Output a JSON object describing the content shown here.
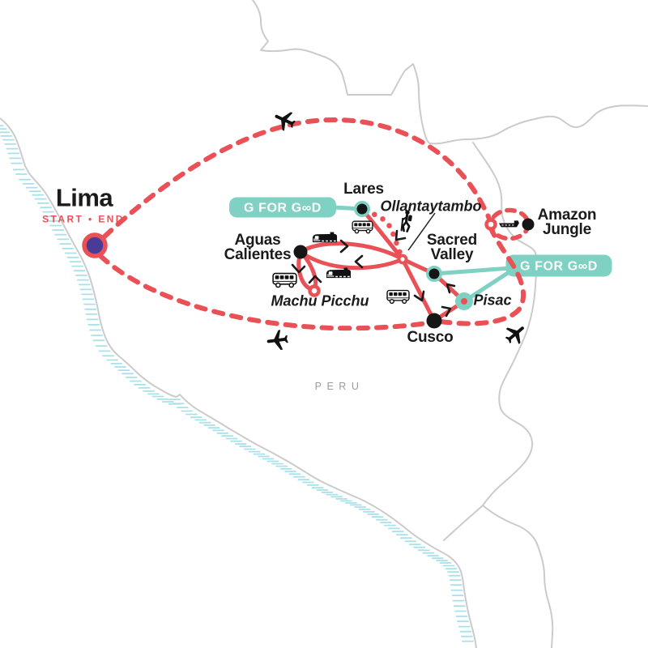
{
  "map": {
    "region_label": "PERU",
    "places": {
      "lima": {
        "name": "Lima",
        "subtitle": "START • END",
        "marker": "purple dot with red ring"
      },
      "lares": {
        "name": "Lares",
        "marker": "black dot with teal ring"
      },
      "ollantaytambo": {
        "name": "Ollantaytambo",
        "marker": "small open red circle (route junction)"
      },
      "aguas_calientes": {
        "name": "Aguas\nCalientes",
        "marker": "black dot"
      },
      "machu_picchu": {
        "name": "Machu Picchu",
        "marker": "open red circle"
      },
      "sacred_valley": {
        "name": "Sacred\nValley",
        "marker": "black dot with teal ring"
      },
      "cusco": {
        "name": "Cusco",
        "marker": "black dot"
      },
      "pisac": {
        "name": "Pisac",
        "marker": "teal circle with red center"
      },
      "amazon_jungle": {
        "name": "Amazon\nJungle",
        "marker": "black dot"
      }
    },
    "badges": {
      "g_for_good_lares": "G FOR G∞D",
      "g_for_good_sacred_valley": "G FOR G∞D"
    },
    "transport_icons": {
      "airplane": "flight segments (Lima–Cusco loop)",
      "train": "rail segments Aguas Calientes–Ollantaytambo",
      "bus": "road segments",
      "boat": "Amazon river loop",
      "hiker": "Lares trek (dotted trail)"
    },
    "colors": {
      "route_red": "#EA5157",
      "teal": "#7FD1C3",
      "lima_purple": "#4A3C96",
      "border_gray": "#CBCBCB",
      "coast_hatch": "#A8E1E8",
      "text_black": "#1b1b1b",
      "region_gray": "#9b9b9b"
    }
  }
}
